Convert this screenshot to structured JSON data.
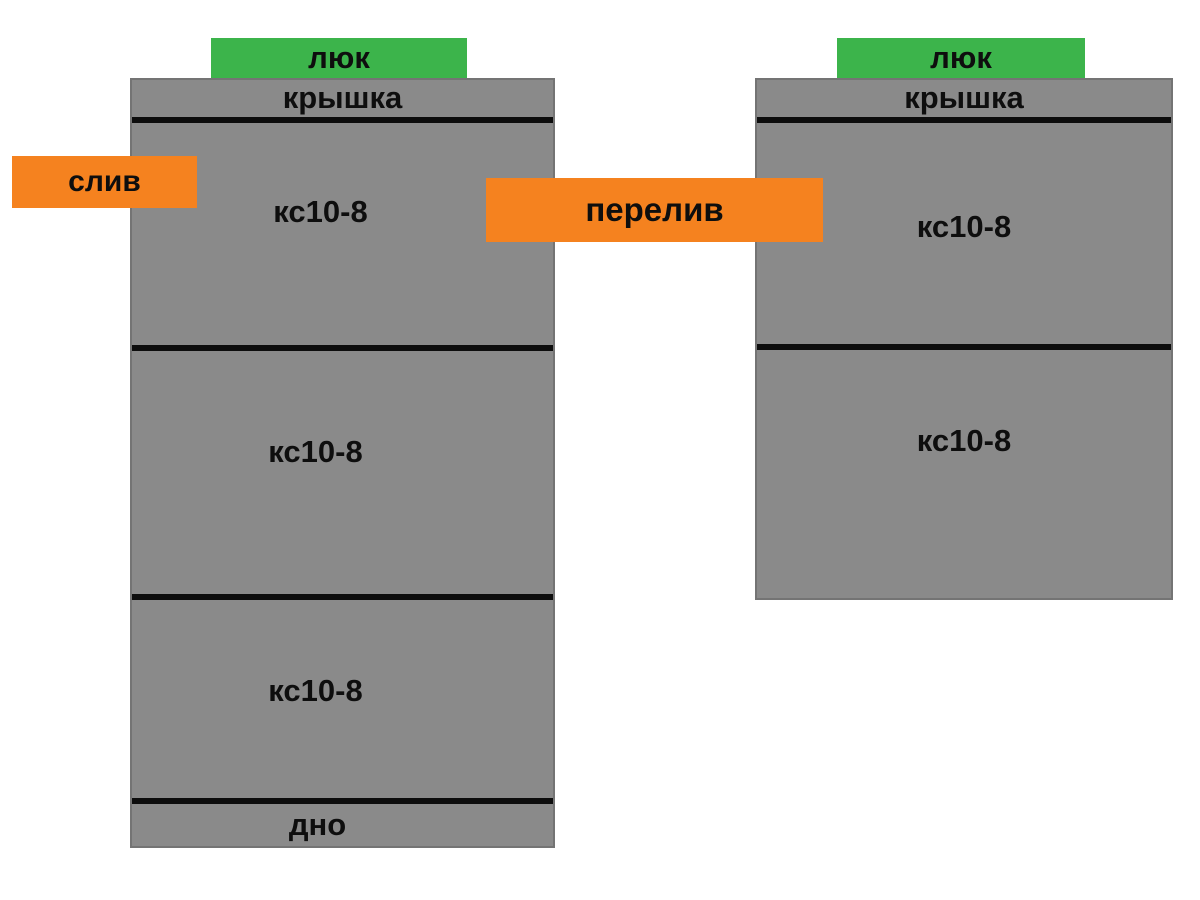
{
  "diagram": {
    "description_labels": {
      "drain_label": "слив",
      "overflow_label": "перелив"
    },
    "colors": {
      "concrete_gray": "#8a8a8a",
      "concrete_edge": "#747474",
      "hatch_green": "#3cb44b",
      "pipe_orange": "#f5821f",
      "divider_black": "#0d0d0d",
      "background": "#ffffff",
      "text": "#0e0e0e"
    },
    "left_well": {
      "hatch_label": "люк",
      "cover_label": "крышка",
      "rings": [
        {
          "label": "кс10-8"
        },
        {
          "label": "кс10-8"
        },
        {
          "label": "кс10-8"
        }
      ],
      "bottom_label": "дно"
    },
    "right_well": {
      "hatch_label": "люк",
      "cover_label": "крышка",
      "rings": [
        {
          "label": "кс10-8"
        },
        {
          "label": "кс10-8"
        }
      ]
    }
  }
}
